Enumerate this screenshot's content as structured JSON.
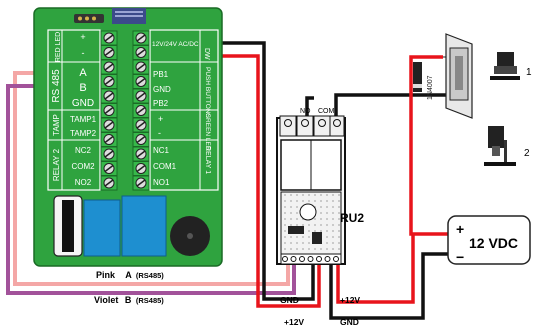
{
  "controller": {
    "relay1": "RELAY 1",
    "relay2": "RELAY 2",
    "red_led": "RED LED",
    "green_led": "GREEN LED",
    "push_buttons": "PUSH BUTTONS",
    "rs485": "RS 485",
    "tamp": "TAMP",
    "dw": "DW",
    "plus": "+",
    "minus": "-",
    "a": "A",
    "b": "B",
    "gnd": "GND",
    "power": "12V/24V AC/DC",
    "pb1": "PB1",
    "pb2": "PB2",
    "tamp1": "TAMP1",
    "tamp2": "TAMP2",
    "nc2": "NC2",
    "com2": "COM2",
    "no2": "NO2",
    "nc1": "NC1",
    "com1": "COM1",
    "no1": "NO1"
  },
  "relay_module": {
    "name": "RU2",
    "no": "NO",
    "com": "COM"
  },
  "lock": {
    "diode": "1N4007",
    "variant1": "1",
    "variant2": "2"
  },
  "power_supply": {
    "label": "12 VDC",
    "plus": "+",
    "minus": "−"
  },
  "wires": {
    "pink_color": "Pink",
    "pink_signal": "A",
    "pink_bus": "(RS485)",
    "violet_color": "Violet",
    "violet_signal": "B",
    "violet_bus": "(RS485)",
    "gnd_left": "GND",
    "plus12_left": "+12V",
    "plus12_right": "+12V",
    "gnd_right": "GND"
  },
  "colors": {
    "board": "#2fa33f",
    "terminal": "#37b84a",
    "pink_wire": "#f4a7a6",
    "violet_wire": "#a2529a",
    "red_wire": "#e8141b",
    "black_wire": "#111111",
    "relay_blue": "#1e8fd0"
  }
}
